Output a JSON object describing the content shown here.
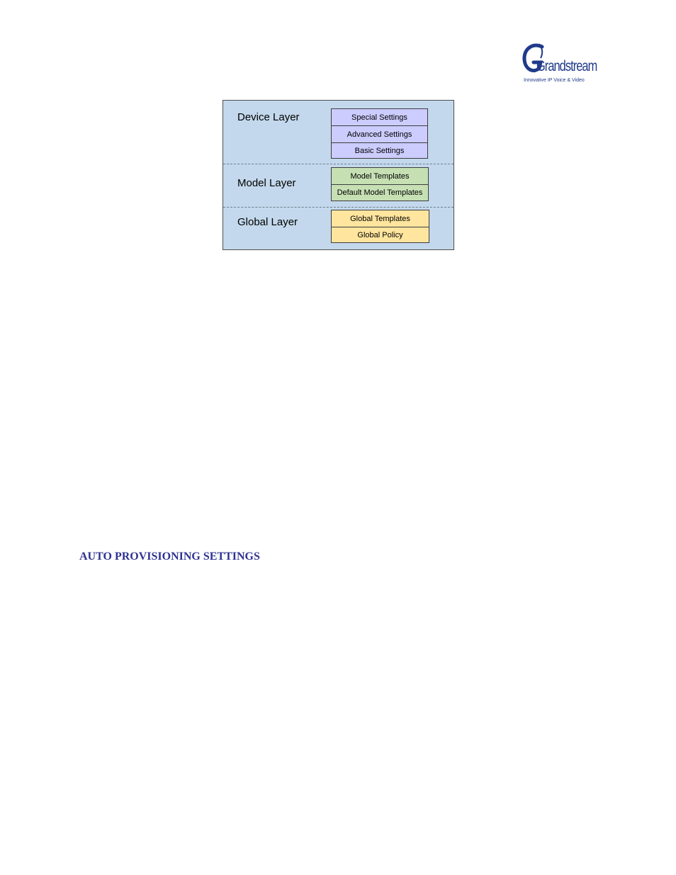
{
  "logo": {
    "brand": "Grandstream",
    "tagline": "Innovative IP Voice & Video"
  },
  "diagram": {
    "layers": [
      {
        "label": "Device Layer",
        "items": [
          "Special Settings",
          "Advanced Settings",
          "Basic Settings"
        ]
      },
      {
        "label": "Model Layer",
        "items": [
          "Model Templates",
          "Default Model Templates"
        ]
      },
      {
        "label": "Global Layer",
        "items": [
          "Global Templates",
          "Global Policy"
        ]
      }
    ]
  },
  "section": {
    "heading": "AUTO PROVISIONING SETTINGS"
  },
  "colors": {
    "diagram_background": "#c3d8ec",
    "device_box": "#ccccff",
    "model_box": "#c6e0b4",
    "global_box": "#ffe59e",
    "heading": "#2e3192",
    "logo": "#1f3a8a"
  }
}
